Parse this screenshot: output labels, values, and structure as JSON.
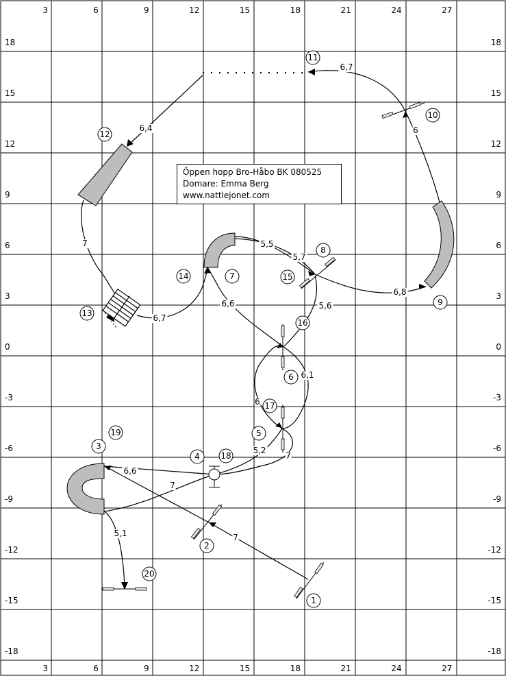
{
  "info": {
    "line1": "Öppen hopp Bro-Håbo BK 080525",
    "line2": "Domare: Emma Berg",
    "line3": "www.nattlejonet.com"
  },
  "axes": {
    "x_top": [
      "3",
      "6",
      "9",
      "12",
      "15",
      "18",
      "21",
      "24",
      "27"
    ],
    "x_bottom": [
      "3",
      "6",
      "9",
      "12",
      "15",
      "18",
      "21",
      "24",
      "27"
    ],
    "y": [
      "18",
      "15",
      "12",
      "9",
      "6",
      "3",
      "0",
      "-3",
      "-6",
      "-9",
      "-12",
      "-15",
      "-18"
    ]
  },
  "obstacles": [
    "1",
    "2",
    "3",
    "4",
    "5",
    "6",
    "7",
    "8",
    "9",
    "10",
    "11",
    "12",
    "13",
    "14",
    "15",
    "16",
    "17",
    "18",
    "19",
    "20"
  ],
  "distances": [
    "7",
    "7",
    "6,6",
    "5,2",
    "7",
    "6",
    "6,1",
    "6,6",
    "5,5",
    "5,7",
    "6,8",
    "6",
    "6,7",
    "6,4",
    "7",
    "6,7",
    "5,6",
    "5,1"
  ]
}
